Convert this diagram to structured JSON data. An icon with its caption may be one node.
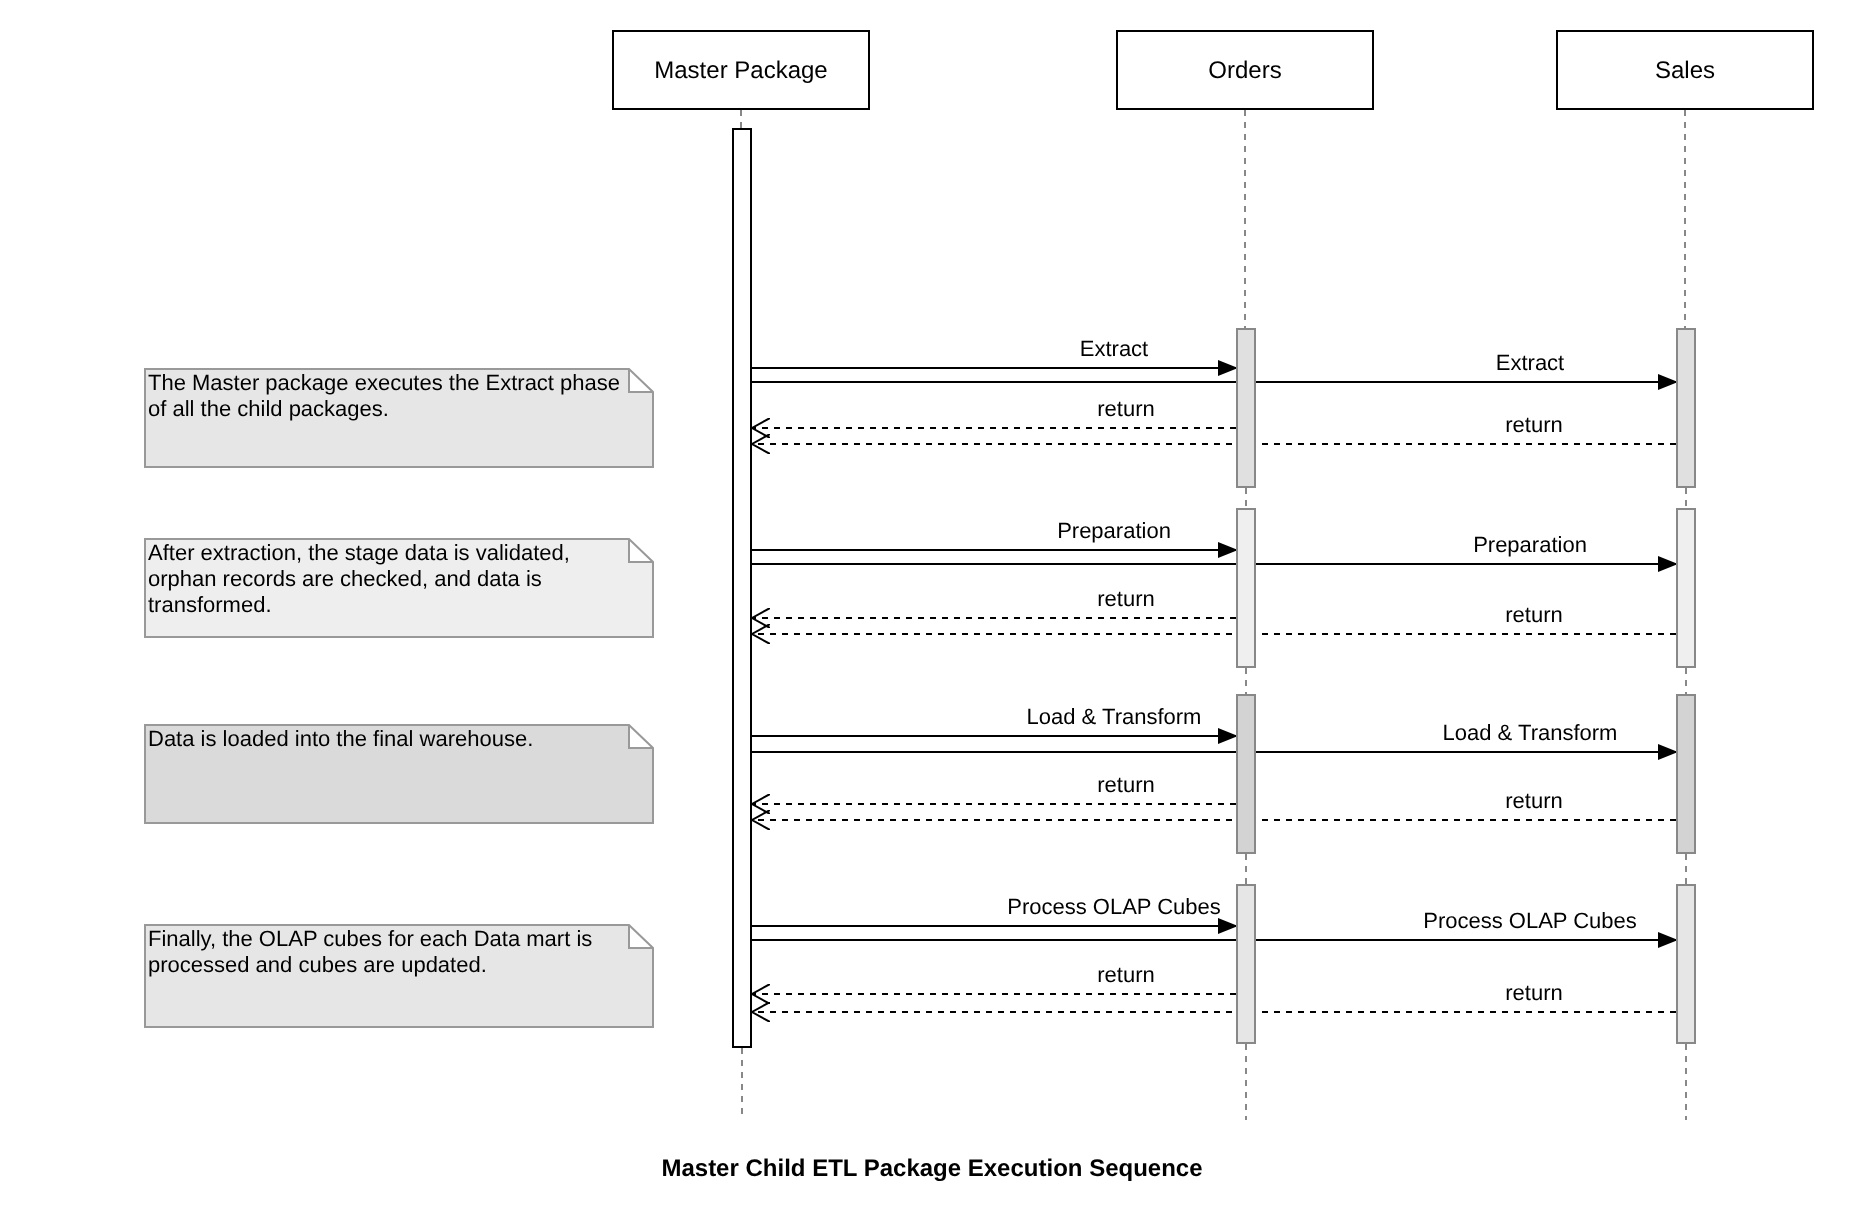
{
  "diagram": {
    "caption": "Master Child ETL Package Execution Sequence",
    "nodes": [
      {
        "text": [
          "Master Package"
        ]
      },
      {
        "text": [
          "Orders"
        ]
      },
      {
        "text": [
          "Sales"
        ]
      },
      {
        "text": [],
        "shape": "bar"
      },
      {
        "text": [],
        "shape": "bar"
      },
      {
        "text": [],
        "shape": "bar"
      },
      {
        "text": [],
        "shape": "bar"
      },
      {
        "text": [],
        "shape": "bar"
      },
      {
        "text": [],
        "shape": "bar"
      },
      {
        "text": [],
        "shape": "bar"
      },
      {
        "text": [],
        "shape": "bar"
      },
      {
        "text": [],
        "shape": "bar"
      },
      {
        "text": [
          "The Master package executes the Extract phase of all the child packages."
        ]
      },
      {
        "text": [
          "After extraction, the stage data is validated, orphan records are checked, and data is transformed."
        ]
      },
      {
        "text": [
          "Data is loaded into the final warehouse."
        ]
      },
      {
        "text": [
          "Finally, the OLAP cubes for each Data mart is processed and cubes are updated."
        ]
      }
    ],
    "edges": [
      {
        "from": 3,
        "to": 4,
        "arrow": "to",
        "label": "Extract"
      },
      {
        "from": 3,
        "to": 8,
        "arrow": "to",
        "label": "Extract"
      },
      {
        "from": 4,
        "to": 3,
        "arrow": "to",
        "label": "return",
        "style": "dashed"
      },
      {
        "from": 8,
        "to": 3,
        "arrow": "to",
        "label": "return",
        "style": "dashed"
      },
      {
        "from": 3,
        "to": 5,
        "arrow": "to",
        "label": "Preparation"
      },
      {
        "from": 3,
        "to": 9,
        "arrow": "to",
        "label": "Preparation"
      },
      {
        "from": 5,
        "to": 3,
        "arrow": "to",
        "label": "return",
        "style": "dashed"
      },
      {
        "from": 9,
        "to": 3,
        "arrow": "to",
        "label": "return",
        "style": "dashed"
      },
      {
        "from": 3,
        "to": 6,
        "arrow": "to",
        "label": "Load & Transform"
      },
      {
        "from": 3,
        "to": 10,
        "arrow": "to",
        "label": "Load & Transform"
      },
      {
        "from": 6,
        "to": 3,
        "arrow": "to",
        "label": "return",
        "style": "dashed"
      },
      {
        "from": 10,
        "to": 3,
        "arrow": "to",
        "label": "return",
        "style": "dashed"
      },
      {
        "from": 3,
        "to": 7,
        "arrow": "to",
        "label": "Process OLAP Cubes"
      },
      {
        "from": 3,
        "to": 11,
        "arrow": "to",
        "label": "Process OLAP Cubes"
      },
      {
        "from": 7,
        "to": 3,
        "arrow": "to",
        "label": "return",
        "style": "dashed"
      },
      {
        "from": 11,
        "to": 3,
        "arrow": "to",
        "label": "return",
        "style": "dashed"
      },
      {
        "from": 0,
        "to": 3,
        "arrow": "none",
        "style": "dashed",
        "color": "#888888"
      },
      {
        "from": 3,
        "to": null,
        "arrow": "none",
        "style": "dashed",
        "color": "#888888"
      },
      {
        "from": 1,
        "to": 4,
        "arrow": "none",
        "style": "dashed",
        "color": "#888888"
      },
      {
        "from": 4,
        "to": 5,
        "arrow": "none",
        "style": "dashed",
        "color": "#888888"
      },
      {
        "from": 5,
        "to": 6,
        "arrow": "none",
        "style": "dashed",
        "color": "#888888"
      },
      {
        "from": 6,
        "to": 7,
        "arrow": "none",
        "style": "dashed",
        "color": "#888888"
      },
      {
        "from": 7,
        "to": null,
        "arrow": "none",
        "style": "dashed",
        "color": "#888888"
      },
      {
        "from": 2,
        "to": 8,
        "arrow": "none",
        "style": "dashed",
        "color": "#888888"
      },
      {
        "from": 8,
        "to": 9,
        "arrow": "none",
        "style": "dashed",
        "color": "#888888"
      },
      {
        "from": 9,
        "to": 10,
        "arrow": "none",
        "style": "dashed",
        "color": "#888888"
      },
      {
        "from": 10,
        "to": 11,
        "arrow": "none",
        "style": "dashed",
        "color": "#888888"
      },
      {
        "from": 11,
        "to": null,
        "arrow": "none",
        "style": "dashed",
        "color": "#888888"
      }
    ]
  }
}
